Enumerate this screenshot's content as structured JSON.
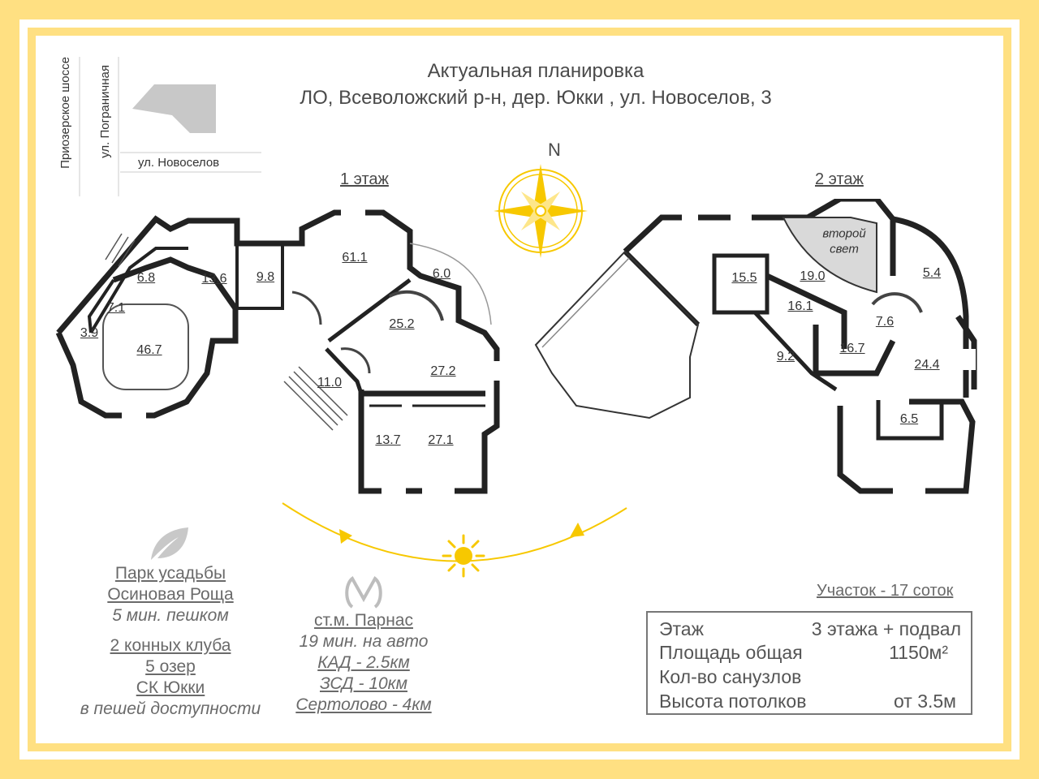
{
  "title": {
    "line1": "Актуальная планировка",
    "line2": "ЛО, Всеволожский р-н, дер. Юкки , ул. Новоселов, 3"
  },
  "streets": {
    "priozerskoe": "Приозерское шоссе",
    "pogranichnaya": "ул. Пограничная",
    "novoselov": "ул. Новоселов"
  },
  "compass": {
    "north": "N"
  },
  "floor1": {
    "label": "1 этаж",
    "rooms": [
      "61.1",
      "6.8",
      "13.6",
      "9.8",
      "6.0",
      "7.1",
      "25.2",
      "3.9",
      "46.7",
      "27.2",
      "11.0",
      "13.7",
      "27.1"
    ]
  },
  "floor2": {
    "label": "2 этаж",
    "second_light": [
      "второй",
      "свет"
    ],
    "rooms": [
      "15.5",
      "19.0",
      "5.4",
      "16.1",
      "7.6",
      "9.2",
      "16.7",
      "24.4",
      "6.5"
    ]
  },
  "park": {
    "line1": "Парк усадьбы",
    "line2": "Осиновая Роща",
    "line3": "5 мин. пешком",
    "line4": "2 конных клуба",
    "line5": "5 озер",
    "line6": "СК Юкки",
    "line7": "в пешей доступности"
  },
  "metro": {
    "line1": "ст.м. Парнас",
    "line2": "19 мин. на авто",
    "line3": "КАД - 2.5км",
    "line4": "ЗСД - 10км",
    "line5": "Сертолово - 4км"
  },
  "plot": "Участок - 17 соток",
  "stats": [
    {
      "key": "Этаж",
      "value": "3 этажа + подвал"
    },
    {
      "key": "Площадь общая",
      "value": "1150м²"
    },
    {
      "key": "Кол-во санузлов",
      "value": ""
    },
    {
      "key": "Высота потолков",
      "value": "от 3.5м"
    }
  ],
  "colors": {
    "frame": "#ffe082",
    "sun": "#f7c800",
    "wall": "#222222"
  }
}
